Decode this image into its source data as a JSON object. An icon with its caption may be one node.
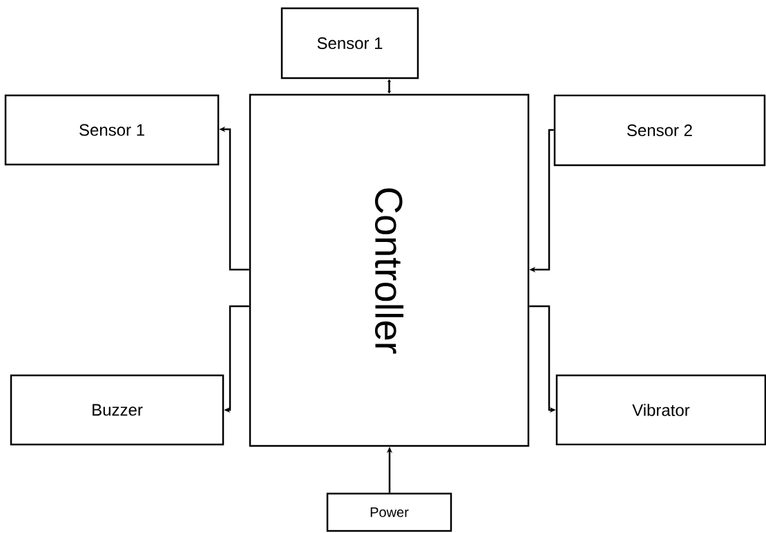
{
  "diagram": {
    "nodes": [
      {
        "text": [
          "Sensor 1"
        ]
      },
      {
        "text": [
          "Sensor 1"
        ]
      },
      {
        "text": [
          "Controller"
        ]
      },
      {
        "text": [
          "Sensor 2"
        ]
      },
      {
        "text": [
          "Buzzer"
        ]
      },
      {
        "text": [
          "Vibrator"
        ]
      },
      {
        "text": [
          "Power"
        ]
      }
    ],
    "edges": [
      {
        "from": 0,
        "to": 2,
        "arrow": "both"
      },
      {
        "from": 2,
        "to": 1,
        "arrow": "to"
      },
      {
        "from": 3,
        "to": 2,
        "arrow": "to"
      },
      {
        "from": 2,
        "to": 4,
        "arrow": "to"
      },
      {
        "from": 2,
        "to": 5,
        "arrow": "to"
      },
      {
        "from": 6,
        "to": 2,
        "arrow": "to"
      }
    ]
  }
}
